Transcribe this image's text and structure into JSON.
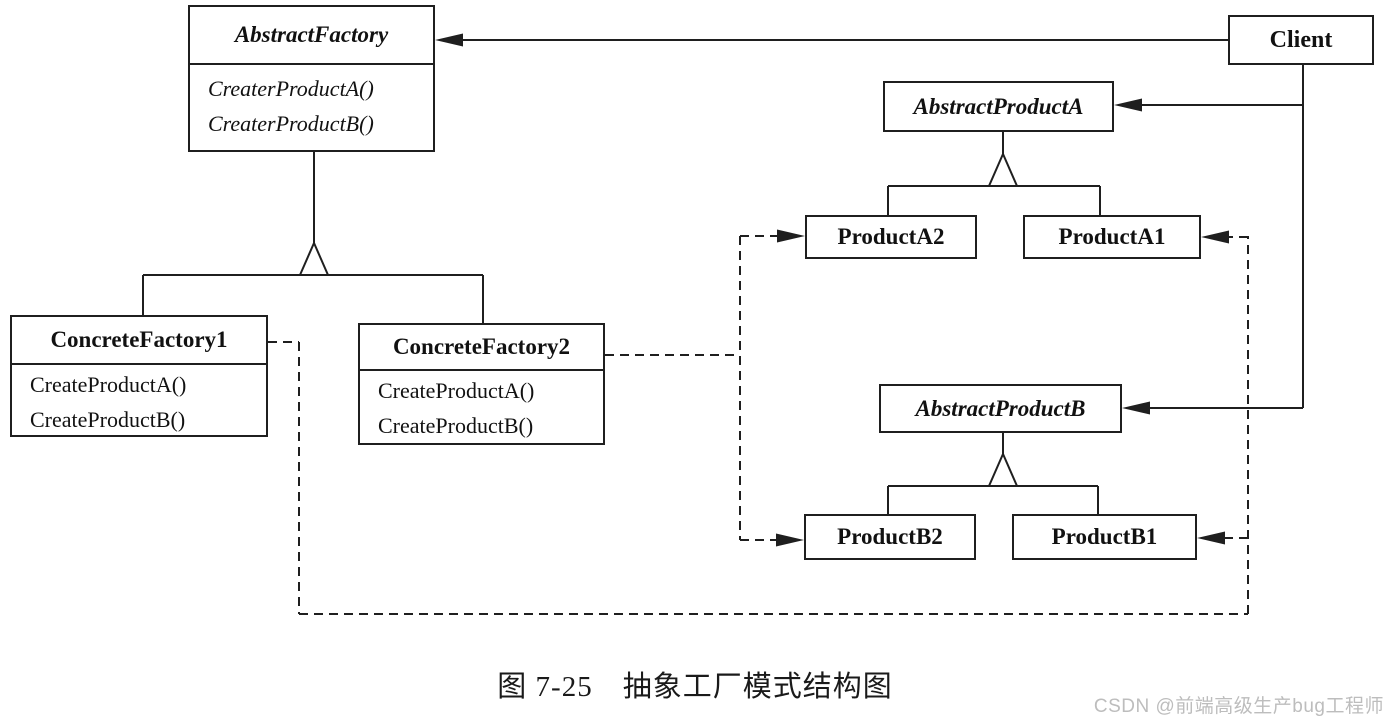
{
  "diagram": {
    "colors": {
      "line": "#1f1f1f",
      "background": "#ffffff",
      "box_fill": "#ffffff",
      "text": "#111111",
      "watermark_text": "#bdbdbd"
    },
    "classes": {
      "abstract_factory": {
        "name": "AbstractFactory",
        "methods": [
          "CreaterProductA()",
          "CreaterProductB()"
        ]
      },
      "client": {
        "name": "Client"
      },
      "abstract_product_a": {
        "name": "AbstractProductA"
      },
      "product_a2": {
        "name": "ProductA2"
      },
      "product_a1": {
        "name": "ProductA1"
      },
      "concrete_factory1": {
        "name": "ConcreteFactory1",
        "methods": [
          "CreateProductA()",
          "CreateProductB()"
        ]
      },
      "concrete_factory2": {
        "name": "ConcreteFactory2",
        "methods": [
          "CreateProductA()",
          "CreateProductB()"
        ]
      },
      "abstract_product_b": {
        "name": "AbstractProductB"
      },
      "product_b2": {
        "name": "ProductB2"
      },
      "product_b1": {
        "name": "ProductB1"
      }
    },
    "caption": "图 7-25　抽象工厂模式结构图",
    "watermark": "CSDN @前端高级生产bug工程师"
  }
}
